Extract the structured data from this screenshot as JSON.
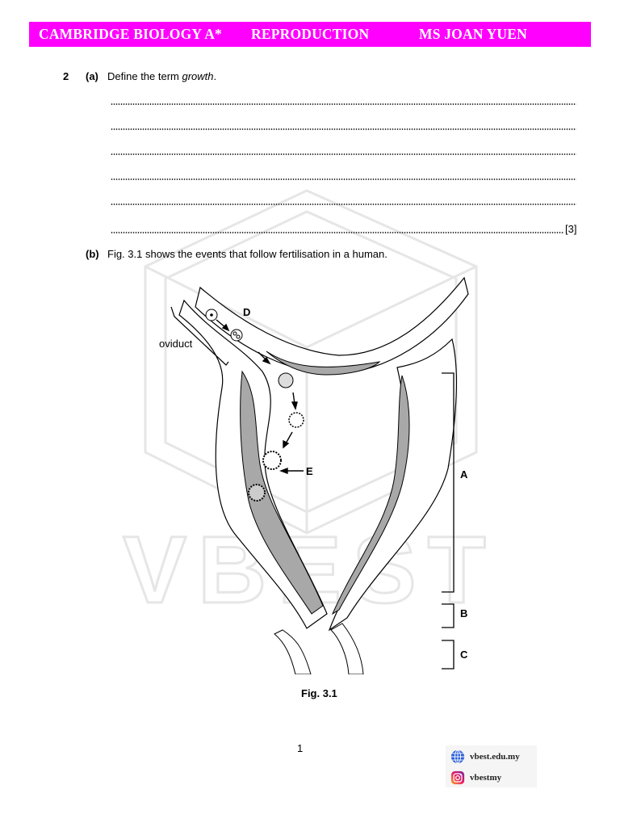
{
  "header": {
    "course": "CAMBRIDGE BIOLOGY A*",
    "topic": "REPRODUCTION",
    "teacher": "MS JOAN YUEN",
    "color": "#ff00ff"
  },
  "question": {
    "number": "2",
    "part_a": {
      "label": "(a)",
      "text_before": "Define the term ",
      "text_italic": "growth",
      "text_after": ".",
      "answer_lines": 6,
      "marks": "[3]"
    },
    "part_b": {
      "label": "(b)",
      "text": "Fig. 3.1 shows the events that follow fertilisation in a human."
    }
  },
  "figure": {
    "labels": {
      "oviduct": "oviduct",
      "D": "D",
      "E": "E",
      "A": "A",
      "B": "B",
      "C": "C"
    },
    "caption": "Fig. 3.1"
  },
  "footer": {
    "page_number": "1",
    "website": "vbest.edu.my",
    "instagram": "vbestmy",
    "website_icon": "globe-icon",
    "instagram_icon": "instagram-icon"
  },
  "watermark": {
    "text": "VBEST"
  }
}
